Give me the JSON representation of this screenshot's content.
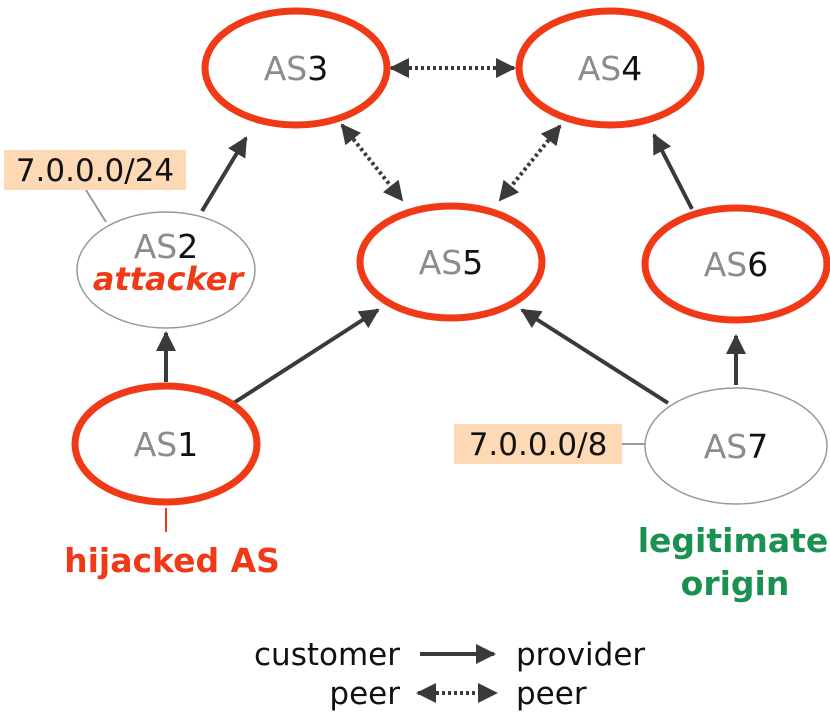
{
  "nodes": [
    {
      "id": "as3",
      "prefix": "AS",
      "number": "3"
    },
    {
      "id": "as4",
      "prefix": "AS",
      "number": "4"
    },
    {
      "id": "as2",
      "prefix": "AS",
      "number": "2"
    },
    {
      "id": "as5",
      "prefix": "AS",
      "number": "5"
    },
    {
      "id": "as6",
      "prefix": "AS",
      "number": "6"
    },
    {
      "id": "as1",
      "prefix": "AS",
      "number": "1"
    },
    {
      "id": "as7",
      "prefix": "AS",
      "number": "7"
    }
  ],
  "labels": {
    "attacker": "attacker",
    "hijacked": "hijacked AS",
    "legit_line1": "legitimate",
    "legit_line2": "origin",
    "prefix_attacker": "7.0.0.0/24",
    "prefix_origin": "7.0.0.0/8"
  },
  "legend": {
    "customer": "customer",
    "provider": "provider",
    "peer_left": "peer",
    "peer_right": "peer"
  },
  "colors": {
    "highlight": "#f03a17",
    "legitimate": "#1a9150",
    "prefix_box": "#fdd9b5",
    "edge": "#3a3a3a"
  }
}
